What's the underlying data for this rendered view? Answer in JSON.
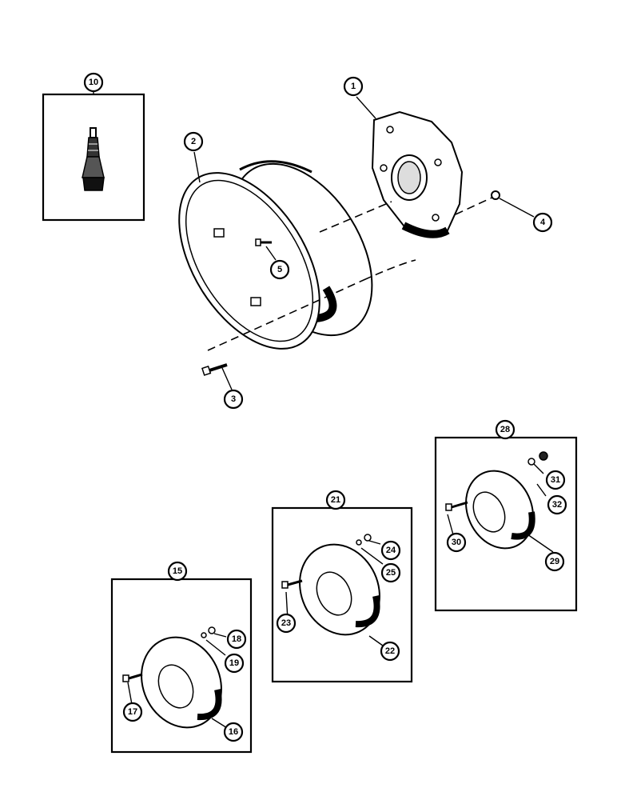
{
  "diagram": {
    "callouts": {
      "c1": "1",
      "c2": "2",
      "c3": "3",
      "c4": "4",
      "c5": "5",
      "c10": "10",
      "c15": "15",
      "c16": "16",
      "c17": "17",
      "c18": "18",
      "c19": "19",
      "c21": "21",
      "c22": "22",
      "c23": "23",
      "c24": "24",
      "c25": "25",
      "c28": "28",
      "c29": "29",
      "c30": "30",
      "c31": "31",
      "c32": "32"
    },
    "parts": {
      "p1": "wheel-center-disc",
      "p2": "wheel-rim",
      "p3": "bolt",
      "p4": "nut",
      "p5": "clip-bolt",
      "p10": "valve-stem",
      "p15": "wheel-weight-kit",
      "p21": "wheel-weight-kit",
      "p28": "wheel-weight-kit"
    }
  }
}
